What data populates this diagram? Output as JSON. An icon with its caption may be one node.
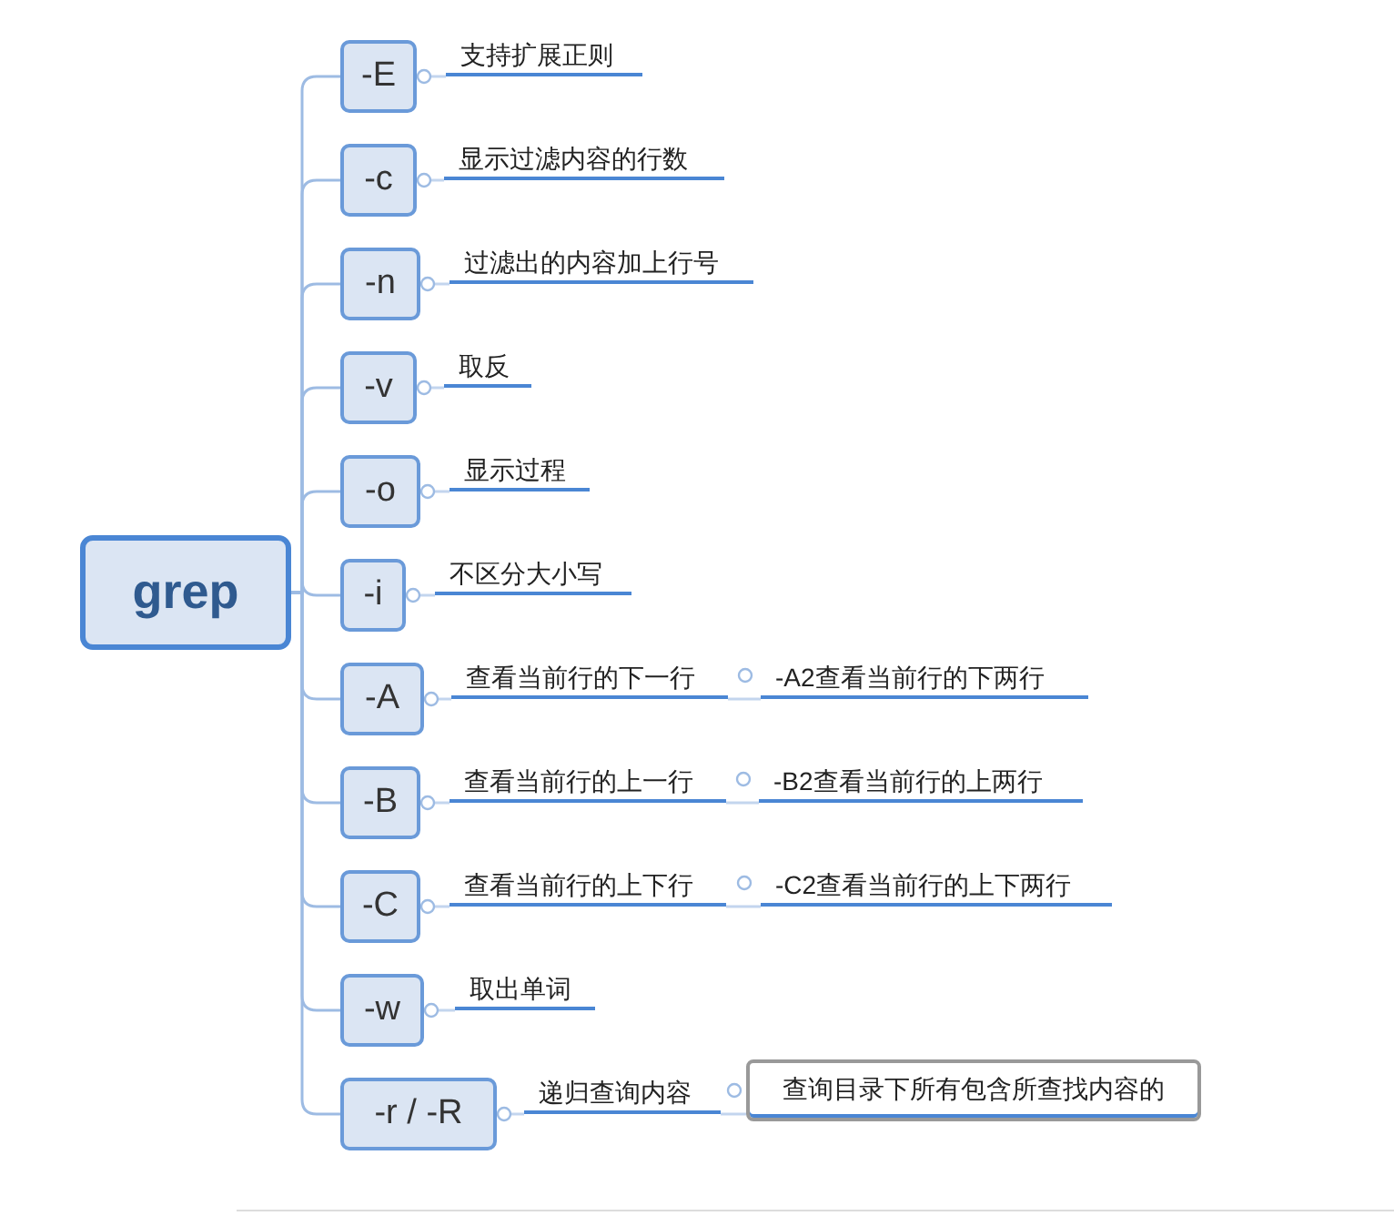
{
  "diagram": {
    "nodes": [
      {
        "text": [
          "grep"
        ]
      },
      {
        "text": [
          "-E"
        ]
      },
      {
        "text": [
          "支持扩展正则"
        ]
      },
      {
        "text": [
          "-c"
        ]
      },
      {
        "text": [
          "显示过滤内容的行数"
        ]
      },
      {
        "text": [
          "-n"
        ]
      },
      {
        "text": [
          "过滤出的内容加上行号"
        ]
      },
      {
        "text": [
          "-v"
        ]
      },
      {
        "text": [
          "取反"
        ]
      },
      {
        "text": [
          "-o"
        ]
      },
      {
        "text": [
          "显示过程"
        ]
      },
      {
        "text": [
          "-i"
        ]
      },
      {
        "text": [
          "不区分大小写"
        ]
      },
      {
        "text": [
          "-A"
        ]
      },
      {
        "text": [
          "查看当前行的下一行"
        ]
      },
      {
        "text": [
          "-A2查看当前行的下两行"
        ]
      },
      {
        "text": [
          "-B"
        ]
      },
      {
        "text": [
          "查看当前行的上一行"
        ]
      },
      {
        "text": [
          "-B2查看当前行的上两行"
        ]
      },
      {
        "text": [
          "-C"
        ]
      },
      {
        "text": [
          "查看当前行的上下行"
        ]
      },
      {
        "text": [
          "-C2查看当前行的上下两行"
        ]
      },
      {
        "text": [
          "-w"
        ]
      },
      {
        "text": [
          "取出单词"
        ]
      },
      {
        "text": [
          "-r / -R"
        ]
      },
      {
        "text": [
          "递归查询内容"
        ]
      },
      {
        "text": [
          "查询目录下所有包含所查找内容的"
        ]
      }
    ],
    "edges": [
      {
        "from": 0,
        "to": 1,
        "arrow": "none"
      },
      {
        "from": 0,
        "to": 3,
        "arrow": "none"
      },
      {
        "from": 0,
        "to": 5,
        "arrow": "none"
      },
      {
        "from": 0,
        "to": 7,
        "arrow": "none"
      },
      {
        "from": 0,
        "to": 9,
        "arrow": "none"
      },
      {
        "from": 0,
        "to": 11,
        "arrow": "none"
      },
      {
        "from": 0,
        "to": 13,
        "arrow": "none"
      },
      {
        "from": 0,
        "to": 16,
        "arrow": "none"
      },
      {
        "from": 0,
        "to": 19,
        "arrow": "none"
      },
      {
        "from": 0,
        "to": 22,
        "arrow": "none"
      },
      {
        "from": 0,
        "to": 24,
        "arrow": "none"
      },
      {
        "from": 1,
        "to": 2,
        "arrow": "none"
      },
      {
        "from": 3,
        "to": 4,
        "arrow": "none"
      },
      {
        "from": 5,
        "to": 6,
        "arrow": "none"
      },
      {
        "from": 7,
        "to": 8,
        "arrow": "none"
      },
      {
        "from": 9,
        "to": 10,
        "arrow": "none"
      },
      {
        "from": 11,
        "to": 12,
        "arrow": "none"
      },
      {
        "from": 13,
        "to": 14,
        "arrow": "none"
      },
      {
        "from": 14,
        "to": 15,
        "arrow": "none"
      },
      {
        "from": 16,
        "to": 17,
        "arrow": "none"
      },
      {
        "from": 17,
        "to": 18,
        "arrow": "none"
      },
      {
        "from": 19,
        "to": 20,
        "arrow": "none"
      },
      {
        "from": 20,
        "to": 21,
        "arrow": "none"
      },
      {
        "from": 22,
        "to": 23,
        "arrow": "none"
      },
      {
        "from": 24,
        "to": 25,
        "arrow": "none"
      },
      {
        "from": 25,
        "to": 26,
        "arrow": "none"
      }
    ]
  }
}
